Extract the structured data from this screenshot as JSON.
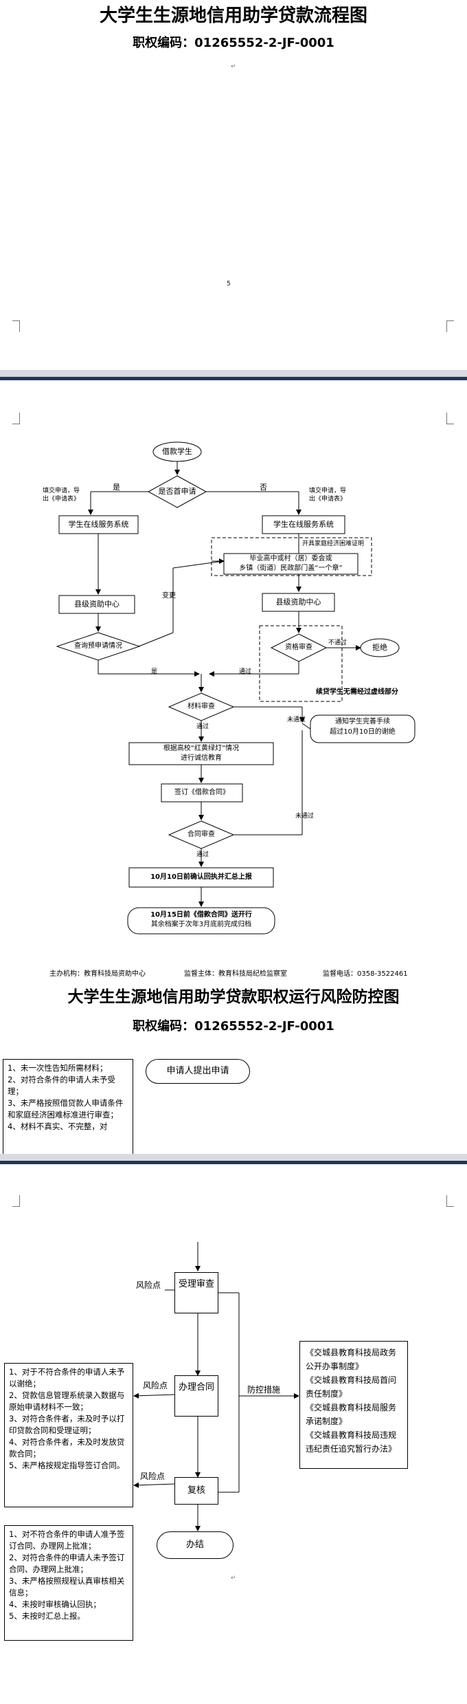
{
  "page1": {
    "title": "大学生生源地信用助学贷款流程图",
    "code": "职权编码：01265552-2-JF-0001",
    "page_number": "5"
  },
  "flow1": {
    "start": "借款学生",
    "first_apply": "是否首申请",
    "yes": "是",
    "no": "否",
    "note_left": "填交申请，导出《申请表》",
    "note_right": "填交申请，导出《申请表》",
    "online_left": "学生在线服务系统",
    "online_right": "学生在线服务系统",
    "proof_label": "开具家庭经济困难证明",
    "proof_box_line1": "毕业高中或村（居）委会或",
    "proof_box_line2": "乡镇（街道）民政部门盖“一个章”",
    "county_left": "县级资助中心",
    "county_right": "县级资助中心",
    "change": "变更",
    "query": "查询预申请情况",
    "qualify": "资格审查",
    "reject": "拒绝",
    "not_pass_1": "不通过",
    "yes_label": "是",
    "pass_label": "通过",
    "dashed_caption": "续贷学生无需经过虚线部分",
    "material_review": "材料审查",
    "pass_1": "通过",
    "not_pass_2": "未通过",
    "notify_line1": "通知学生完善手续",
    "notify_line2": "超过10月10日的谢绝",
    "integrity_line1": "根据高校“红黄绿灯”情况",
    "integrity_line2": "进行诚信教育",
    "sign_contract": "签订《借款合同》",
    "not_pass_3": "未通过",
    "contract_review": "合同审查",
    "pass_2": "通过",
    "report_1010": "10月10日前确认回执并汇总上报",
    "deadline_line1": "10月15日前《借款合同》送开行",
    "deadline_line2": "其余档案于次年3月底前完成归档"
  },
  "footer1": {
    "host": "主办机构：教育科技局资助中心",
    "supervisor": "监督主体：教育科技局纪检监察室",
    "phone": "监督电话：0358-3522461"
  },
  "page2": {
    "title": "大学生生源地信用助学贷款职权运行风险防控图",
    "code": "职权编码：01265552-2-JF-0001",
    "risk_top": [
      "1、未一次性告知所需材料；",
      "2、对符合条件的申请人未予受理；",
      "3、未严格按照借贷款人申请条件和家庭经济困难标准进行审查；",
      "4、材料不真实、不完整，对"
    ],
    "applicant": "申请人提出申请"
  },
  "risk": {
    "accept_review": "受理审查",
    "risk_point_1": "风险点",
    "risk_point_2": "风险点",
    "risk_point_3": "风险点",
    "handle_contract": "办理合同",
    "control_measures": "防控措施",
    "recheck": "复核",
    "done": "办结",
    "middle_list": [
      "1、对于不符合条件的申请人未予以谢绝；",
      "2、贷款信息管理系统录入数据与原始申请材料不一致；",
      "3、对符合条件者，未及时予以打印贷款合同和受理证明；",
      "4、对符合条件者，未及时发放贷款合同；",
      "5、未严格按规定指导签订合同。"
    ],
    "bottom_list": [
      "1、对不符合条件的申请人准予签订合同、办理网上批准；",
      "2、对符合条件的申请人未予签订合同、办理网上批准；",
      "3、未严格按照规程认真审核相关信息；",
      "4、未按时审核确认回执；",
      "5、未按时汇总上报。"
    ],
    "measures_list": [
      "《交城县教育科技局政务公开办事制度》",
      "《交城县教育科技局首问责任制度》",
      "《交城县教育科技局服务承诺制度》",
      "《交城县教育科技局违规违纪责任追究暂行办法》"
    ]
  }
}
